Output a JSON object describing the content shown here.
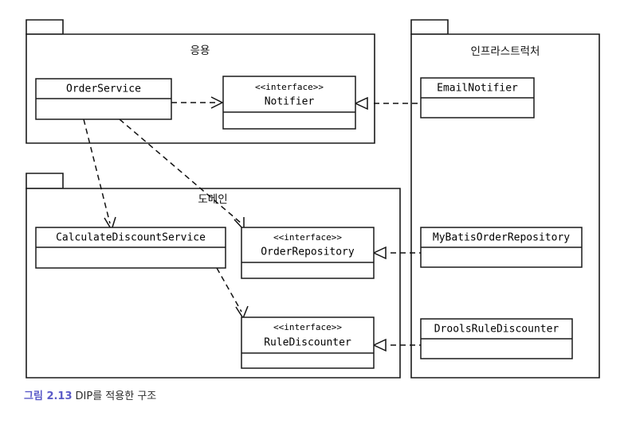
{
  "figure": {
    "caption_number": "그림 2.13",
    "caption_text": "DIP를 적용한 구조",
    "caption_number_color": "#5b5bc8",
    "background_color": "#ffffff",
    "line_color": "#1a1a1a"
  },
  "packages": [
    {
      "id": "application",
      "label": "응용"
    },
    {
      "id": "domain",
      "label": "도메인"
    },
    {
      "id": "infrastructure",
      "label": "인프라스트럭처"
    }
  ],
  "classes": [
    {
      "id": "order-service",
      "stereotype": "",
      "name": "OrderService",
      "package": "application",
      "kind": "class"
    },
    {
      "id": "notifier",
      "stereotype": "<<interface>>",
      "name": "Notifier",
      "package": "application",
      "kind": "interface"
    },
    {
      "id": "email-notifier",
      "stereotype": "",
      "name": "EmailNotifier",
      "package": "infrastructure",
      "kind": "class"
    },
    {
      "id": "calculate-discount-service",
      "stereotype": "",
      "name": "CalculateDiscountService",
      "package": "domain",
      "kind": "class"
    },
    {
      "id": "order-repository",
      "stereotype": "<<interface>>",
      "name": "OrderRepository",
      "package": "domain",
      "kind": "interface"
    },
    {
      "id": "rule-discounter",
      "stereotype": "<<interface>>",
      "name": "RuleDiscounter",
      "package": "domain",
      "kind": "interface"
    },
    {
      "id": "mybatis-order-repository",
      "stereotype": "",
      "name": "MyBatisOrderRepository",
      "package": "infrastructure",
      "kind": "class"
    },
    {
      "id": "drools-rule-discounter",
      "stereotype": "",
      "name": "DroolsRuleDiscounter",
      "package": "infrastructure",
      "kind": "class"
    }
  ],
  "relations": [
    {
      "id": "rel-orderservice-notifier",
      "from": "order-service",
      "to": "notifier",
      "type": "dependency"
    },
    {
      "id": "rel-orderservice-calcdiscount",
      "from": "order-service",
      "to": "calculate-discount-service",
      "type": "dependency"
    },
    {
      "id": "rel-orderservice-orderrepository",
      "from": "order-service",
      "to": "order-repository",
      "type": "dependency"
    },
    {
      "id": "rel-calcdiscount-rulediscounter",
      "from": "calculate-discount-service",
      "to": "rule-discounter",
      "type": "dependency"
    },
    {
      "id": "rel-emailnotifier-notifier",
      "from": "email-notifier",
      "to": "notifier",
      "type": "realization"
    },
    {
      "id": "rel-mybatis-orderrepository",
      "from": "mybatis-order-repository",
      "to": "order-repository",
      "type": "realization"
    },
    {
      "id": "rel-drools-rulediscounter",
      "from": "drools-rule-discounter",
      "to": "rule-discounter",
      "type": "realization"
    }
  ]
}
